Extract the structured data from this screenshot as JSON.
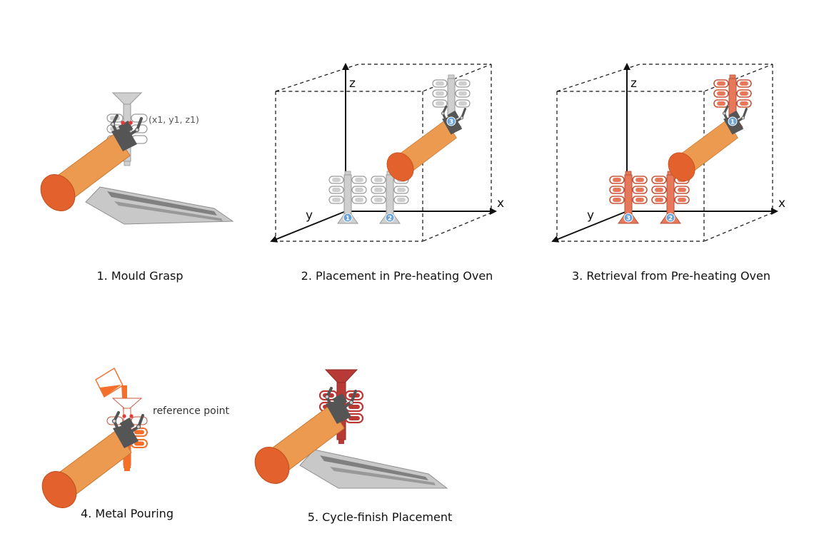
{
  "steps": [
    {
      "caption": "1. Mould Grasp",
      "annotation": "(x1, y1, z1)"
    },
    {
      "caption": "2. Placement in Pre-heating Oven",
      "axes": {
        "x": "x",
        "y": "y",
        "z": "z"
      },
      "badges": [
        "1",
        "2",
        "3"
      ]
    },
    {
      "caption": "3. Retrieval from Pre-heating Oven",
      "axes": {
        "x": "x",
        "y": "y",
        "z": "z"
      },
      "badges": [
        "3",
        "2",
        "1"
      ]
    },
    {
      "caption": "4. Metal Pouring",
      "annotation": "reference point"
    },
    {
      "caption": "5. Cycle-finish Placement"
    }
  ],
  "colors": {
    "arm_orange": "#ec9a4f",
    "arm_end": "#e2612c",
    "gripper": "#555555",
    "mould_gray": "#cfcfcf",
    "mould_salmon": "#e7795a",
    "mould_orange": "#f36f2a",
    "mould_red": "#b83a36",
    "badge_blue": "#6aa3d8",
    "badge_outline": "#5d86b3",
    "marker_red": "#e23b3b",
    "plate_gray": "#bdbdbd"
  }
}
